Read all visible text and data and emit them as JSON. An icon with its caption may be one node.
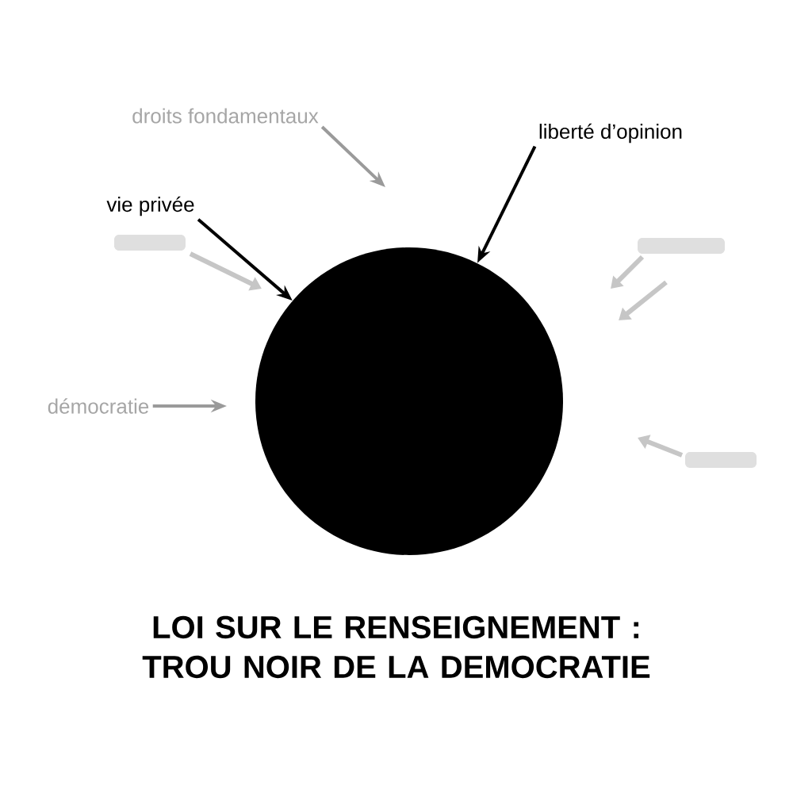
{
  "diagram": {
    "title": "LOI SUR LE RENSEIGNEMENT : TROU NOIR DE LA DEMOCRATIE",
    "nodes": [
      {
        "text": [],
        "shape": "circle"
      },
      {
        "text": [
          "liberté d’opinion"
        ]
      },
      {
        "text": [
          "vie privée"
        ]
      },
      {
        "text": [
          "droits fondamentaux"
        ]
      },
      {
        "text": [
          "démocratie"
        ]
      }
    ],
    "edges": [
      {
        "from": 1,
        "to": 0,
        "arrow": "to"
      },
      {
        "from": 2,
        "to": 0,
        "arrow": "to"
      },
      {
        "from": 3,
        "to": null,
        "arrow": "to",
        "color": "#9a9a9a"
      },
      {
        "from": 4,
        "to": null,
        "arrow": "to",
        "color": "#9a9a9a"
      }
    ]
  }
}
